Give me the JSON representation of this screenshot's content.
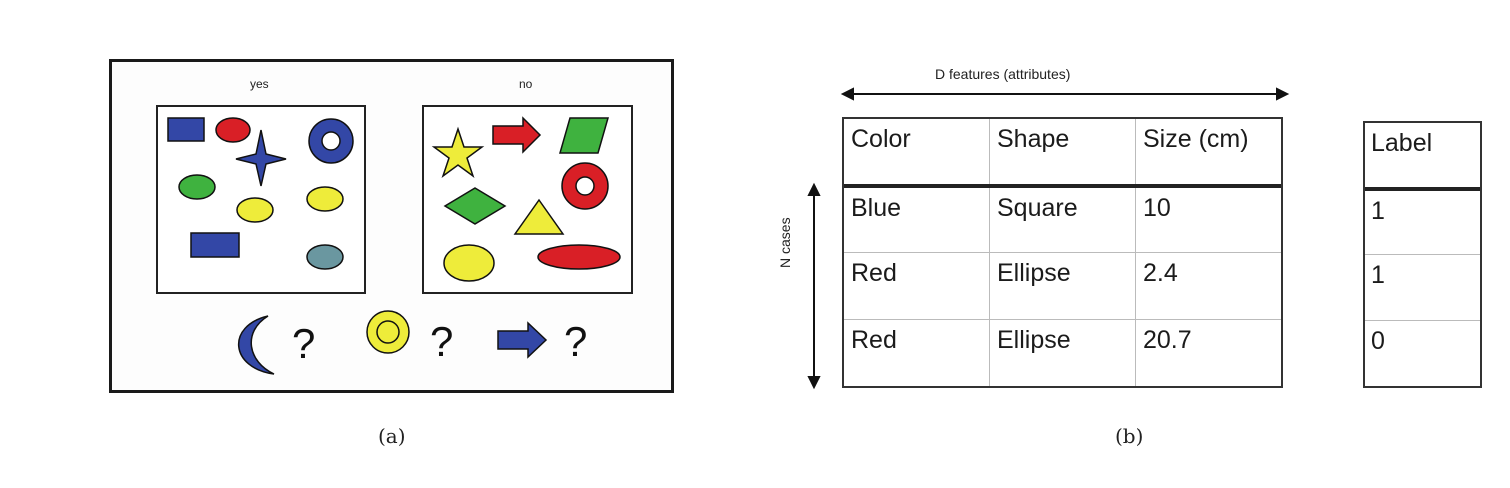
{
  "panel_a": {
    "yes_label": "yes",
    "no_label": "no",
    "query_marks": [
      "?",
      "?",
      "?"
    ],
    "caption": "(a)",
    "yes_shapes": [
      "blue-rectangle",
      "red-ellipse",
      "blue-four-point-star",
      "blue-ring",
      "green-ellipse",
      "yellow-ellipse",
      "yellow-ellipse",
      "blue-rectangle",
      "gray-teal-ellipse"
    ],
    "no_shapes": [
      "yellow-star",
      "red-arrow",
      "green-parallelogram",
      "red-ring",
      "green-diamond",
      "yellow-triangle",
      "yellow-ellipse",
      "red-ellipse"
    ],
    "query_shapes": [
      "blue-crescent",
      "yellow-ring",
      "blue-arrow"
    ]
  },
  "panel_b": {
    "features_label": "D features (attributes)",
    "cases_label": "N cases",
    "caption": "(b)",
    "headers": [
      "Color",
      "Shape",
      "Size (cm)"
    ],
    "rows": [
      [
        "Blue",
        "Square",
        "10"
      ],
      [
        "Red",
        "Ellipse",
        "2.4"
      ],
      [
        "Red",
        "Ellipse",
        "20.7"
      ]
    ],
    "label_header": "Label",
    "labels": [
      "1",
      "1",
      "0"
    ]
  },
  "colors": {
    "blue": "#3347a6",
    "red": "#d91f26",
    "green": "#3fb23f",
    "yellow": "#eeec3a",
    "teal": "#6a97a0"
  }
}
